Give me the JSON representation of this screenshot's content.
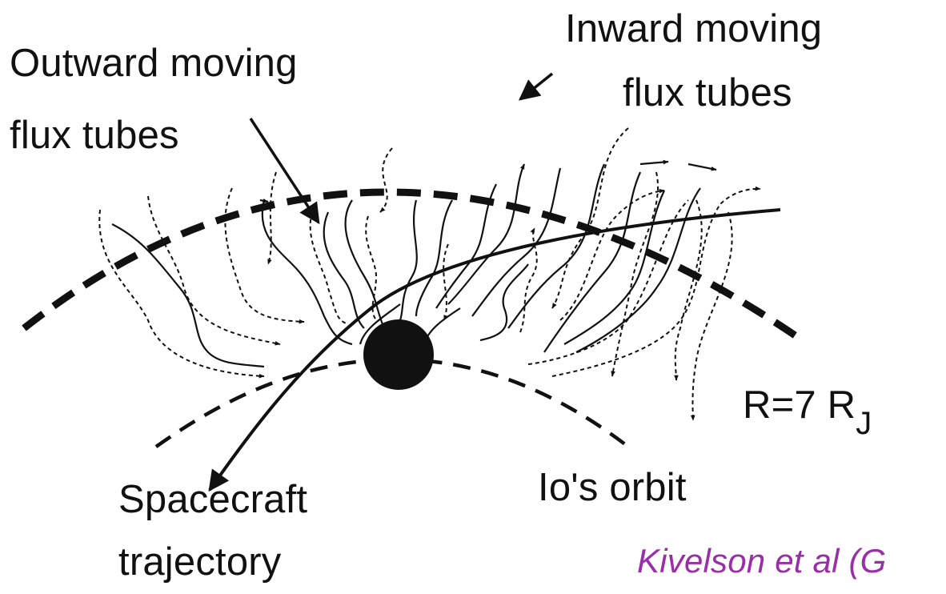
{
  "labels": {
    "outward_line1": "Outward moving",
    "outward_line2": "flux tubes",
    "inward_line1": "Inward moving",
    "inward_line2": "flux tubes",
    "radius_main": "R=7 R",
    "radius_sub": "J",
    "orbit": "Io's orbit",
    "trajectory_line1": "Spacecraft",
    "trajectory_line2": "trajectory",
    "citation": "Kivelson et al (G"
  },
  "colors": {
    "ink": "#111111",
    "citation": "#9a2ea8",
    "background": "#ffffff"
  }
}
